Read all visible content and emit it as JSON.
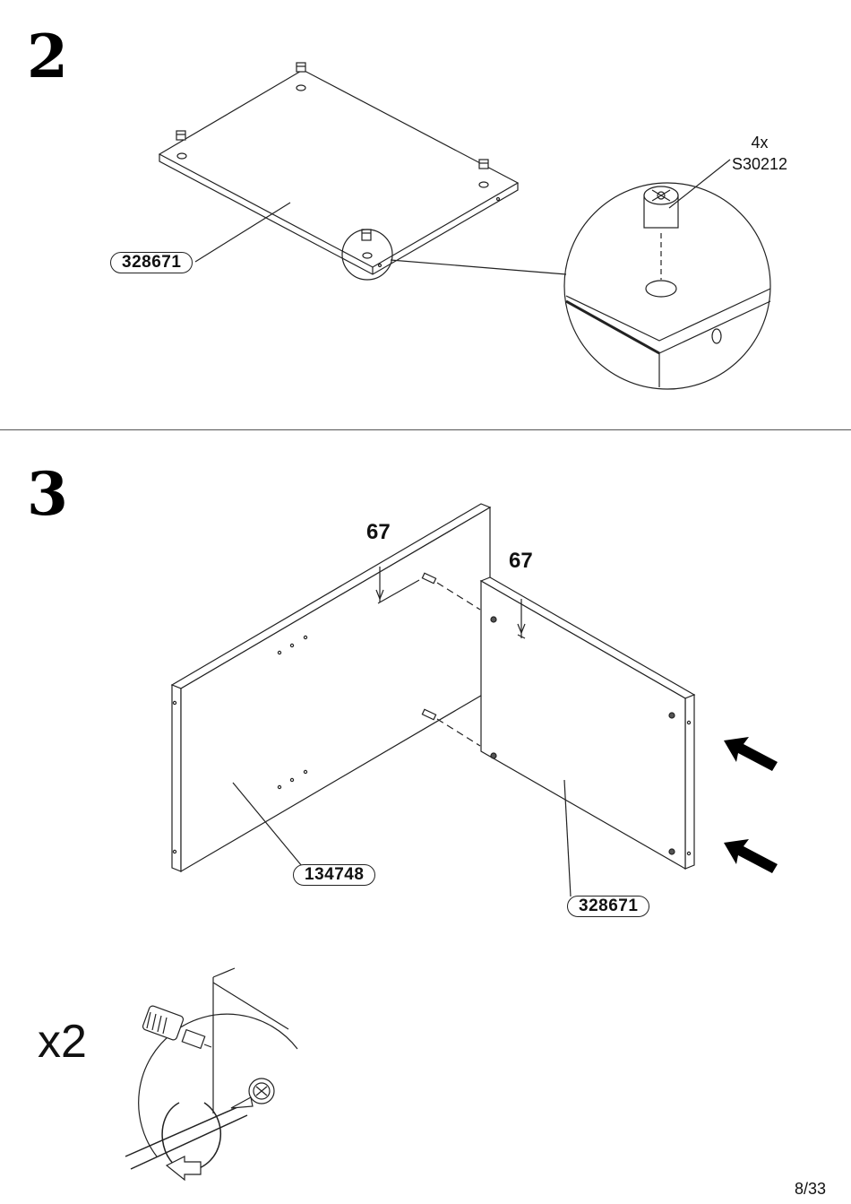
{
  "step2": {
    "number": "2",
    "part_label": "328671",
    "fitting": {
      "quantity": "4x",
      "code": "S30212"
    }
  },
  "step3": {
    "number": "3",
    "dimension_left": "67",
    "dimension_right": "67",
    "part_left": "134748",
    "part_right": "328671",
    "repeat": "x2"
  },
  "footer": {
    "page": "8/33"
  }
}
